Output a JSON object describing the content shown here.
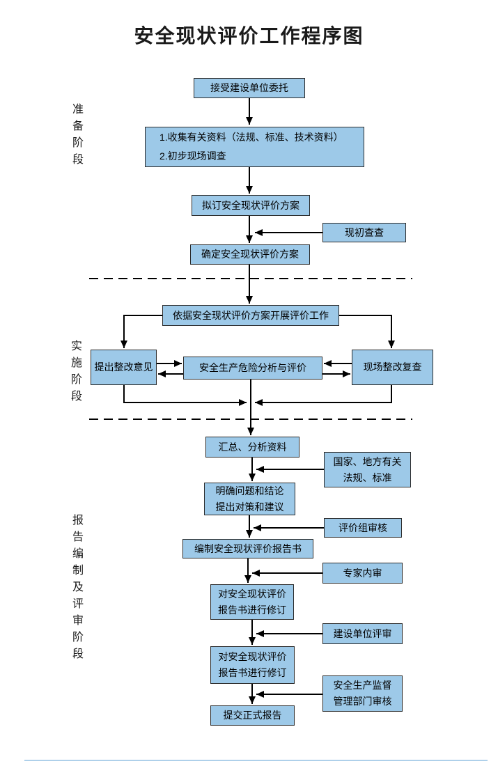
{
  "title": "安全现状评价工作程序图",
  "phases": {
    "prepare": {
      "label": "准备阶段"
    },
    "implement": {
      "label": "实施阶段"
    },
    "report": {
      "label": "报告编制及评审阶段"
    }
  },
  "nodes": {
    "accept": {
      "label": "接受建设单位委托"
    },
    "collect": {
      "label": "1.收集有关资料（法规、标准、技术资料）\n2.初步现场调查"
    },
    "draft_plan": {
      "label": "拟订安全现状评价方案"
    },
    "initial_survey": {
      "label": "现初查查"
    },
    "confirm_plan": {
      "label": "确定安全现状评价方案"
    },
    "carry_out": {
      "label": "依据安全现状评价方案开展评价工作"
    },
    "propose_rectify": {
      "label": "提出整改意见"
    },
    "risk_analysis": {
      "label": "安全生产危险分析与评价"
    },
    "site_recheck": {
      "label": "现场整改复查"
    },
    "summarize": {
      "label": "汇总、分析资料"
    },
    "regulations": {
      "label": "国家、地方有关\n法规、标准"
    },
    "clarify": {
      "label": "明确问题和结论\n提出对策和建议"
    },
    "group_review": {
      "label": "评价组审核"
    },
    "compile_report": {
      "label": "编制安全现状评价报告书"
    },
    "expert_review": {
      "label": "专家内审"
    },
    "revise_1": {
      "label": "对安全现状评价\n报告书进行修订"
    },
    "client_review": {
      "label": "建设单位评审"
    },
    "revise_2": {
      "label": "对安全现状评价\n报告书进行修订"
    },
    "authority_review": {
      "label": "安全生产监督\n管理部门审核"
    },
    "submit_report": {
      "label": "提交正式报告"
    }
  },
  "colors": {
    "node_fill": "#9DC9E8",
    "node_border": "#2b2b2b",
    "line": "#000000"
  }
}
